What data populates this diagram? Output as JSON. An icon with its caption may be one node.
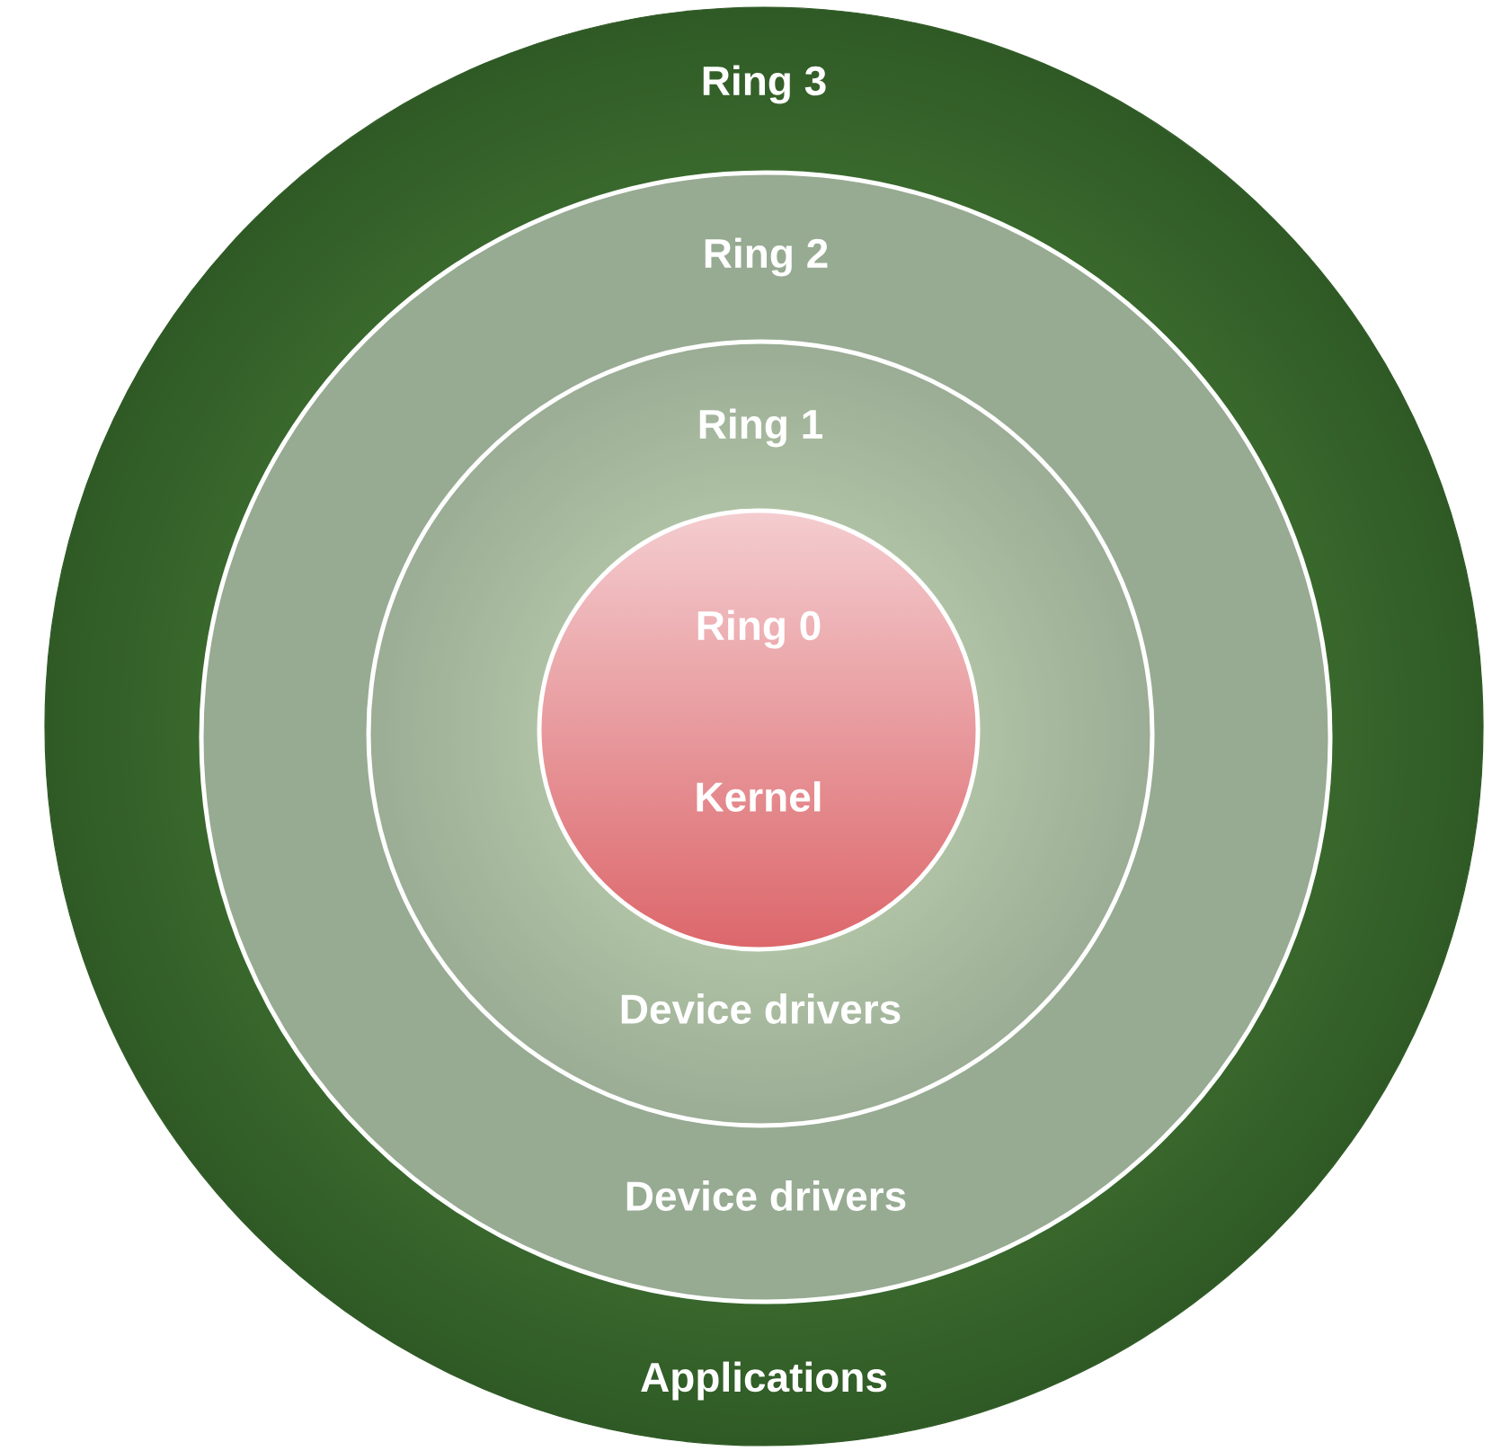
{
  "diagram": {
    "nodes": [
      {
        "text": [
          "Ring 3",
          "Applications"
        ]
      },
      {
        "text": [
          "Ring 2",
          "Device drivers"
        ],
        "in": 0
      },
      {
        "text": [
          "Ring 1",
          "Device drivers"
        ],
        "in": 1
      },
      {
        "text": [
          "Ring 0",
          "Kernel"
        ],
        "in": 2
      }
    ]
  }
}
